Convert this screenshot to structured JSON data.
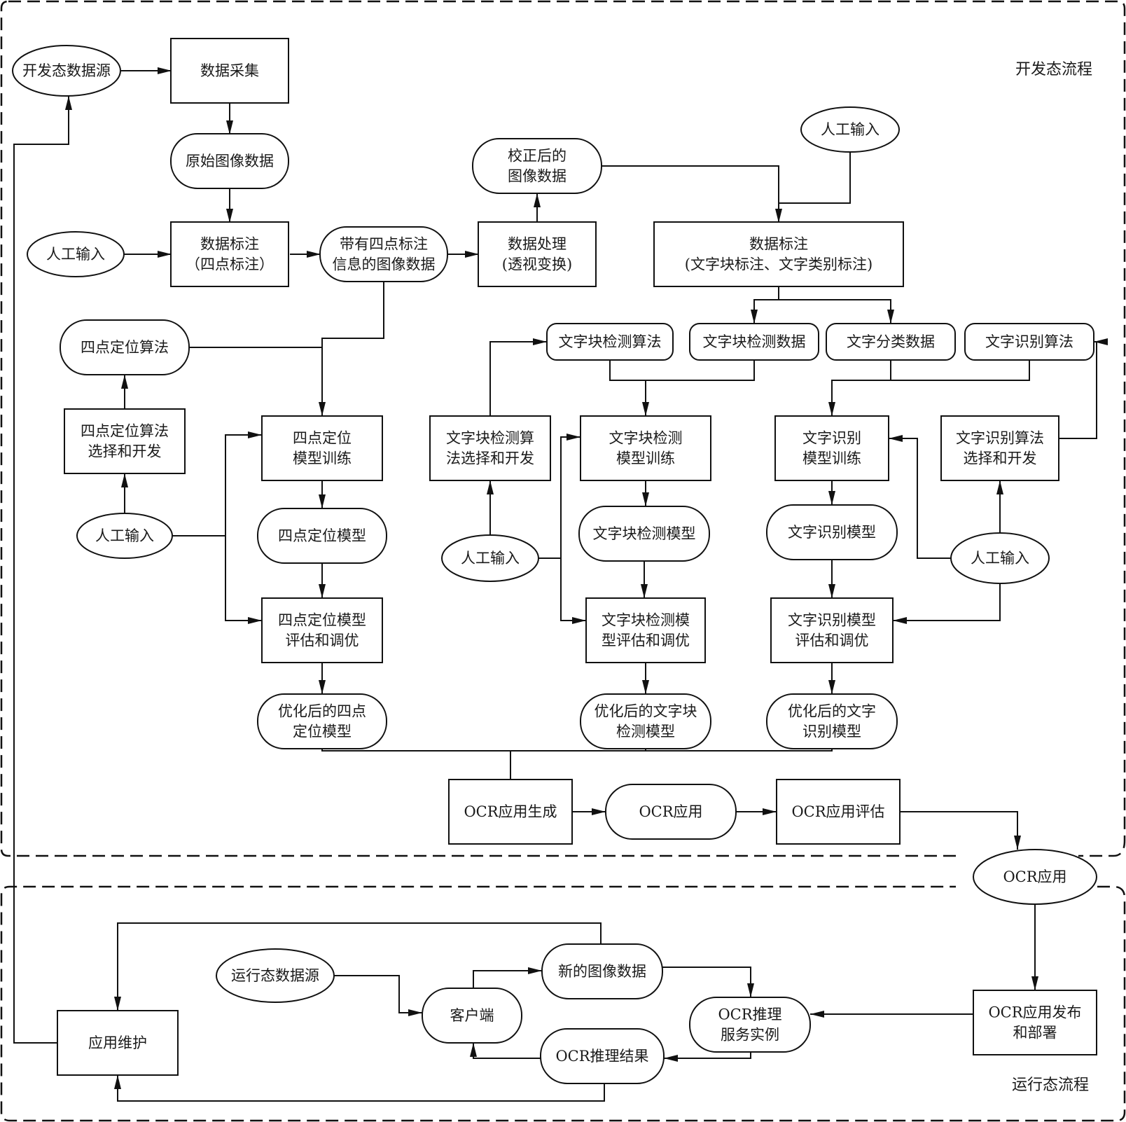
{
  "diagram": {
    "regions": [
      {
        "id": "dev",
        "label": "开发态流程"
      },
      {
        "id": "run",
        "label": "运行态流程"
      }
    ],
    "nodes": [
      {
        "id": "dev_src",
        "shape": "ellipse",
        "lines": [
          "开发态数据源"
        ]
      },
      {
        "id": "collect",
        "shape": "rect",
        "lines": [
          "数据采集"
        ]
      },
      {
        "id": "raw_img",
        "shape": "round",
        "lines": [
          "原始图像数据"
        ]
      },
      {
        "id": "human1",
        "shape": "ellipse",
        "lines": [
          "人工输入"
        ]
      },
      {
        "id": "label4",
        "shape": "rect",
        "lines": [
          "数据标注",
          "（四点标注）"
        ]
      },
      {
        "id": "img4",
        "shape": "round",
        "lines": [
          "带有四点标注",
          "信息的图像数据"
        ]
      },
      {
        "id": "proc",
        "shape": "rect",
        "lines": [
          "数据处理",
          "(透视变换)"
        ]
      },
      {
        "id": "corr_img",
        "shape": "round",
        "lines": [
          "校正后的",
          "图像数据"
        ]
      },
      {
        "id": "human2",
        "shape": "ellipse",
        "lines": [
          "人工输入"
        ]
      },
      {
        "id": "label_text",
        "shape": "rect",
        "lines": [
          "数据标注",
          "(文字块标注、文字类别标注)"
        ]
      },
      {
        "id": "alg4",
        "shape": "round",
        "lines": [
          "四点定位算法"
        ]
      },
      {
        "id": "alg4_dev",
        "shape": "rect",
        "lines": [
          "四点定位算法",
          "选择和开发"
        ]
      },
      {
        "id": "human3",
        "shape": "ellipse",
        "lines": [
          "人工输入"
        ]
      },
      {
        "id": "train4",
        "shape": "rect",
        "lines": [
          "四点定位",
          "模型训练"
        ]
      },
      {
        "id": "model4",
        "shape": "round",
        "lines": [
          "四点定位模型"
        ]
      },
      {
        "id": "eval4",
        "shape": "rect",
        "lines": [
          "四点定位模型",
          "评估和调优"
        ]
      },
      {
        "id": "opt4",
        "shape": "round",
        "lines": [
          "优化后的四点",
          "定位模型"
        ]
      },
      {
        "id": "det_alg",
        "shape": "round",
        "lines": [
          "文字块检测算法"
        ]
      },
      {
        "id": "det_data",
        "shape": "round",
        "lines": [
          "文字块检测数据"
        ]
      },
      {
        "id": "cls_data",
        "shape": "round",
        "lines": [
          "文字分类数据"
        ]
      },
      {
        "id": "rec_alg",
        "shape": "round",
        "lines": [
          "文字识别算法"
        ]
      },
      {
        "id": "det_dev",
        "shape": "rect",
        "lines": [
          "文字块检测算",
          "法选择和开发"
        ]
      },
      {
        "id": "human4",
        "shape": "ellipse",
        "lines": [
          "人工输入"
        ]
      },
      {
        "id": "det_train",
        "shape": "rect",
        "lines": [
          "文字块检测",
          "模型训练"
        ]
      },
      {
        "id": "det_model",
        "shape": "round",
        "lines": [
          "文字块检测模型"
        ]
      },
      {
        "id": "det_eval",
        "shape": "rect",
        "lines": [
          "文字块检测模",
          "型评估和调优"
        ]
      },
      {
        "id": "det_opt",
        "shape": "round",
        "lines": [
          "优化后的文字块",
          "检测模型"
        ]
      },
      {
        "id": "rec_train",
        "shape": "rect",
        "lines": [
          "文字识别",
          "模型训练"
        ]
      },
      {
        "id": "rec_model",
        "shape": "round",
        "lines": [
          "文字识别模型"
        ]
      },
      {
        "id": "rec_eval",
        "shape": "rect",
        "lines": [
          "文字识别模型",
          "评估和调优"
        ]
      },
      {
        "id": "rec_opt",
        "shape": "round",
        "lines": [
          "优化后的文字",
          "识别模型"
        ]
      },
      {
        "id": "rec_dev",
        "shape": "rect",
        "lines": [
          "文字识别算法",
          "选择和开发"
        ]
      },
      {
        "id": "human5",
        "shape": "ellipse",
        "lines": [
          "人工输入"
        ]
      },
      {
        "id": "ocr_gen",
        "shape": "rect",
        "lines": [
          "OCR应用生成"
        ]
      },
      {
        "id": "ocr_app1",
        "shape": "round",
        "lines": [
          "OCR应用"
        ]
      },
      {
        "id": "ocr_eval",
        "shape": "rect",
        "lines": [
          "OCR应用评估"
        ]
      },
      {
        "id": "ocr_app2",
        "shape": "ellipse",
        "lines": [
          "OCR应用"
        ]
      },
      {
        "id": "ocr_deploy",
        "shape": "rect",
        "lines": [
          "OCR应用发布",
          "和部署"
        ]
      },
      {
        "id": "ocr_svc",
        "shape": "round",
        "lines": [
          "OCR推理",
          "服务实例"
        ]
      },
      {
        "id": "new_img",
        "shape": "round",
        "lines": [
          "新的图像数据"
        ]
      },
      {
        "id": "run_src",
        "shape": "ellipse",
        "lines": [
          "运行态数据源"
        ]
      },
      {
        "id": "client",
        "shape": "round",
        "lines": [
          "客户端"
        ]
      },
      {
        "id": "ocr_result",
        "shape": "round",
        "lines": [
          "OCR推理结果"
        ]
      },
      {
        "id": "maintain",
        "shape": "rect",
        "lines": [
          "应用维护"
        ]
      }
    ],
    "edges": [
      {
        "from": "dev_src",
        "to": "collect",
        "arrow": true
      },
      {
        "from": "collect",
        "to": "raw_img",
        "arrow": true
      },
      {
        "from": "raw_img",
        "to": "label4",
        "arrow": true
      },
      {
        "from": "human1",
        "to": "label4",
        "arrow": true
      },
      {
        "from": "label4",
        "to": "img4",
        "arrow": true
      },
      {
        "from": "img4",
        "to": "proc",
        "arrow": true
      },
      {
        "from": "proc",
        "to": "corr_img",
        "arrow": true
      },
      {
        "from": "corr_img",
        "to": "label_text",
        "arrow": true
      },
      {
        "from": "human2",
        "to": "label_text",
        "arrow": false
      },
      {
        "from": "label_text",
        "to": "det_data",
        "arrow": true
      },
      {
        "from": "label_text",
        "to": "cls_data",
        "arrow": true
      },
      {
        "from": "img4",
        "to": "train4",
        "arrow": true
      },
      {
        "from": "alg4",
        "to": "train4",
        "arrow": false
      },
      {
        "from": "alg4_dev",
        "to": "alg4",
        "arrow": true
      },
      {
        "from": "human3",
        "to": "alg4_dev",
        "arrow": true
      },
      {
        "from": "human3",
        "to": "train4",
        "arrow": true
      },
      {
        "from": "human3",
        "to": "eval4",
        "arrow": true
      },
      {
        "from": "train4",
        "to": "model4",
        "arrow": true
      },
      {
        "from": "model4",
        "to": "eval4",
        "arrow": true
      },
      {
        "from": "eval4",
        "to": "opt4",
        "arrow": true
      },
      {
        "from": "det_dev",
        "to": "det_alg",
        "arrow": true
      },
      {
        "from": "human4",
        "to": "det_dev",
        "arrow": true
      },
      {
        "from": "human4",
        "to": "det_train",
        "arrow": true
      },
      {
        "from": "human4",
        "to": "det_eval",
        "arrow": true
      },
      {
        "from": "det_alg",
        "to": "det_train",
        "arrow": true
      },
      {
        "from": "det_data",
        "to": "det_train",
        "arrow": false
      },
      {
        "from": "det_train",
        "to": "det_model",
        "arrow": true
      },
      {
        "from": "det_model",
        "to": "det_eval",
        "arrow": true
      },
      {
        "from": "det_eval",
        "to": "det_opt",
        "arrow": true
      },
      {
        "from": "cls_data",
        "to": "rec_train",
        "arrow": true
      },
      {
        "from": "rec_alg",
        "to": "rec_train",
        "arrow": false
      },
      {
        "from": "rec_dev",
        "to": "rec_alg",
        "arrow": true
      },
      {
        "from": "human5",
        "to": "rec_dev",
        "arrow": true
      },
      {
        "from": "human5",
        "to": "rec_train",
        "arrow": true
      },
      {
        "from": "human5",
        "to": "rec_eval",
        "arrow": true
      },
      {
        "from": "rec_train",
        "to": "rec_model",
        "arrow": true
      },
      {
        "from": "rec_model",
        "to": "rec_eval",
        "arrow": true
      },
      {
        "from": "rec_eval",
        "to": "rec_opt",
        "arrow": true
      },
      {
        "from": "opt4",
        "to": "ocr_gen",
        "arrow": true
      },
      {
        "from": "det_opt",
        "to": "ocr_gen",
        "arrow": true
      },
      {
        "from": "rec_opt",
        "to": "ocr_gen",
        "arrow": true
      },
      {
        "from": "ocr_gen",
        "to": "ocr_app1",
        "arrow": true
      },
      {
        "from": "ocr_app1",
        "to": "ocr_eval",
        "arrow": true
      },
      {
        "from": "ocr_eval",
        "to": "ocr_app2",
        "arrow": true
      },
      {
        "from": "ocr_app2",
        "to": "ocr_deploy",
        "arrow": true
      },
      {
        "from": "ocr_deploy",
        "to": "ocr_svc",
        "arrow": true
      },
      {
        "from": "new_img",
        "to": "ocr_svc",
        "arrow": true
      },
      {
        "from": "ocr_svc",
        "to": "ocr_result",
        "arrow": true
      },
      {
        "from": "ocr_result",
        "to": "client",
        "arrow": true
      },
      {
        "from": "run_src",
        "to": "client",
        "arrow": true
      },
      {
        "from": "client",
        "to": "new_img",
        "arrow": true
      },
      {
        "from": "new_img",
        "to": "maintain",
        "arrow": true
      },
      {
        "from": "ocr_result",
        "to": "maintain",
        "arrow": true
      },
      {
        "from": "maintain",
        "to": "dev_src",
        "arrow": true
      }
    ]
  }
}
